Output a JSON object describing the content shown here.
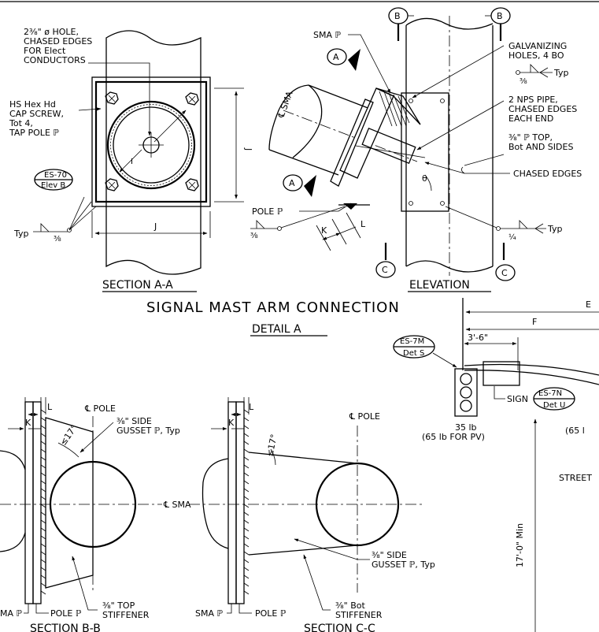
{
  "title": "SIGNAL MAST ARM CONNECTION",
  "subtitle": "DETAIL A",
  "section_aa": {
    "heading": "SECTION A-A",
    "hole_note": [
      "2⅜\" ø HOLE,",
      "CHASED EDGES",
      "FOR Elect",
      "CONDUCTORS"
    ],
    "screw_note": [
      "HS Hex Hd",
      "CAP SCREW,",
      "Tot 4,",
      "TAP POLE ℙ"
    ],
    "ref_sheet": "ES-70",
    "ref_view": "Elev B",
    "dim_j_vertical": "J",
    "dim_j_horizontal": "J",
    "dim_i": "I",
    "weld_typ": "Typ",
    "weld_size": "⅜"
  },
  "elevation": {
    "heading": "ELEVATION",
    "sma_plate": "SMA ℙ",
    "sma_centerline": "℄ SMA",
    "galv_note": [
      "GALVANIZING",
      "HOLES, 4 BO"
    ],
    "weld_size_top": "⅜",
    "weld_typ_top": "Typ",
    "pipe_note": [
      "2 NPS PIPE,",
      "CHASED EDGES",
      "EACH END"
    ],
    "plate_note": [
      "⅜\" ℙ TOP,",
      "Bot AND SIDES"
    ],
    "chased_edges": "CHASED EDGES",
    "theta": "θ",
    "pole_plate": "POLE ℙ",
    "weld_size_left": "⅜",
    "dim_k": "K",
    "dim_l": "L",
    "weld_size_right": "¼",
    "weld_typ_right": "Typ",
    "cut_a": "A",
    "cut_b": "B",
    "cut_c": "C"
  },
  "right_panel": {
    "dim_e": "E",
    "dim_f": "F",
    "dim_offset": "3'-6\"",
    "ref_s_sheet": "ES-7M",
    "ref_s_view": "Det S",
    "sign": "SIGN",
    "ref_u_sheet": "ES-7N",
    "ref_u_view": "Det U",
    "weight_main": "35 lb",
    "weight_pv": "(65 lb FOR PV)",
    "weight_partial": "(65 l",
    "street": "STREET",
    "clearance": "17'-0\" Min"
  },
  "section_bb": {
    "heading": "SECTION B-B",
    "dim_l": "L",
    "dim_k": "K",
    "pole_centerline": "℄ POLE",
    "gusset_note": [
      "⅜\" SIDE",
      "GUSSET ℙ, Typ"
    ],
    "angle": "≤17°",
    "sma_centerline": "℄ SMA",
    "sma_plate": "MA ℙ",
    "pole_plate": "POLE ℙ",
    "stiffener_note": [
      "⅜\" TOP",
      "STIFFENER"
    ]
  },
  "section_cc": {
    "heading": "SECTION C-C",
    "dim_l": "L",
    "dim_k": "K",
    "pole_centerline": "℄ POLE",
    "angle": "≤17°",
    "gusset_note": [
      "⅜\" SIDE",
      "GUSSET ℙ, Typ"
    ],
    "sma_plate": "SMA ℙ",
    "pole_plate": "POLE ℙ",
    "stiffener_note": [
      "⅜\" Bot",
      "STIFFENER"
    ]
  }
}
